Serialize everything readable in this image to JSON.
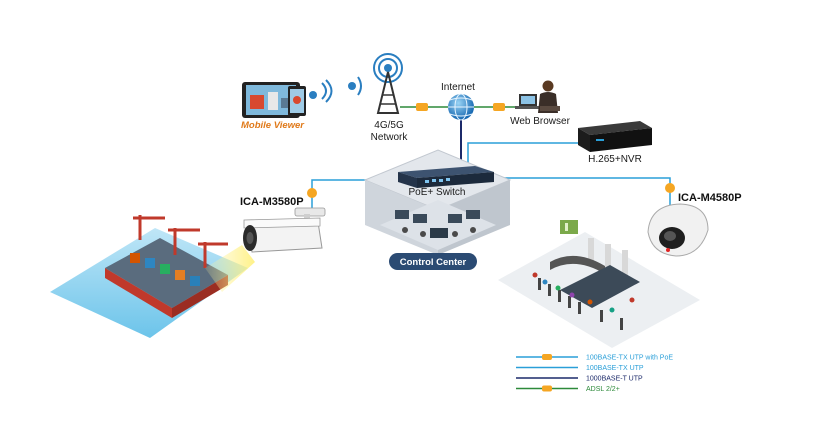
{
  "labels": {
    "mobile_viewer": "Mobile Viewer",
    "network_line1": "4G/5G",
    "network_line2": "Network",
    "internet": "Internet",
    "web_browser": "Web Browser",
    "nvr": "H.265+NVR",
    "switch": "PoE+ Switch",
    "control_center": "Control Center",
    "camera_left": "ICA-M3580P",
    "camera_right": "ICA-M4580P"
  },
  "legend": [
    {
      "label": "100BASE-TX UTP with PoE",
      "color": "#2a9fd8",
      "badge": true
    },
    {
      "label": "100BASE-TX UTP",
      "color": "#2a9fd8",
      "badge": false
    },
    {
      "label": "1000BASE-T UTP",
      "color": "#1c2a6a",
      "badge": false
    },
    {
      "label": "ADSL 2/2+",
      "color": "#2d8a3a",
      "badge": true
    }
  ],
  "colors": {
    "poe_line": "#2a9fd8",
    "gigabit_line": "#1c2a6a",
    "adsl_line": "#2d8a3a",
    "badge": "#f5a623",
    "control_center_badge": "#2b4b73",
    "mobile_viewer_text": "#e07a1a"
  }
}
